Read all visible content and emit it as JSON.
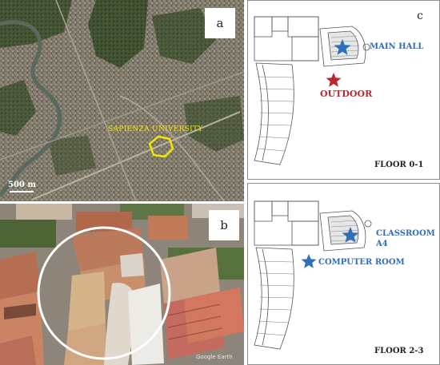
{
  "panel_a": {
    "letter": "a",
    "place_label": "SAPIENZA UNIVERSITY",
    "scale_label": "500 m"
  },
  "panel_b": {
    "letter": "b",
    "watermark": "Google Earth"
  },
  "panel_c": {
    "letter": "c",
    "floor_top": {
      "main_hall_label": "MAIN HALL",
      "outdoor_label": "OUTDOOR",
      "floor_label": "FLOOR 0-1"
    },
    "floor_bottom": {
      "classroom_label_line1": "CLASSROOM",
      "classroom_label_line2": "A4",
      "computer_room_label": "COMPUTER ROOM",
      "floor_label": "FLOOR 2-3"
    }
  },
  "colors": {
    "label_blue": "#2e6fb7",
    "label_red": "#c0262d",
    "star_blue": "#2e6fb7",
    "star_red": "#c0262d",
    "highlight_yellow": "#f2e600"
  },
  "icons": [
    "star-icon",
    "circle-outline",
    "satellite-map",
    "aerial-photo",
    "floor-plan"
  ]
}
